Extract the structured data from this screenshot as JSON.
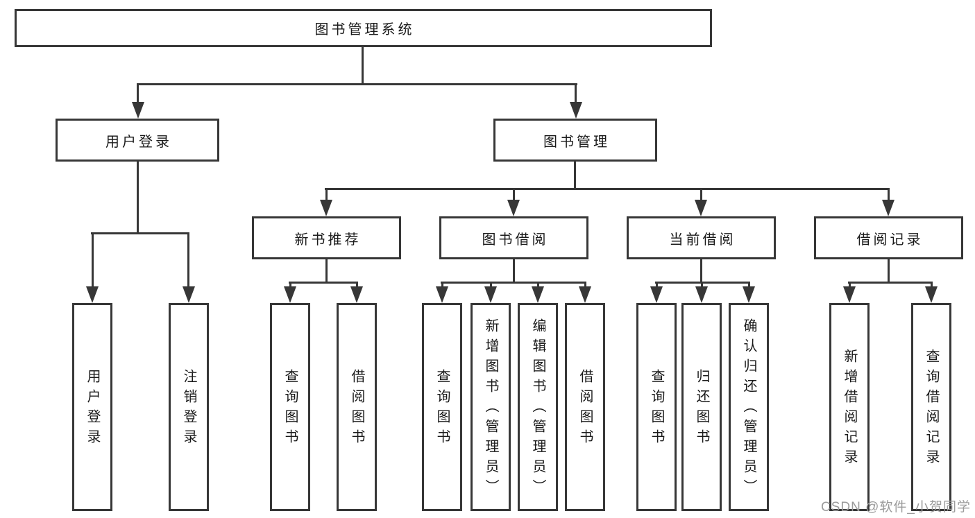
{
  "nodes": {
    "root": {
      "label": "图书管理系统"
    },
    "user_login": {
      "label": "用户登录"
    },
    "book_management": {
      "label": "图书管理"
    },
    "new_book_recommend": {
      "label": "新书推荐"
    },
    "book_borrowing": {
      "label": "图书借阅"
    },
    "current_borrowing": {
      "label": "当前借阅"
    },
    "borrowing_records": {
      "label": "借阅记录"
    },
    "login_user_login": {
      "label": "用户登录"
    },
    "login_logout": {
      "label": "注销登录"
    },
    "rec_query_books": {
      "label": "查询图书"
    },
    "rec_borrow_books": {
      "label": "借阅图书"
    },
    "borrow_query_books": {
      "label": "查询图书"
    },
    "borrow_add_books_admin": {
      "label": "新增图书（管理员）"
    },
    "borrow_edit_books_admin": {
      "label": "编辑图书（管理员）"
    },
    "borrow_borrow_books": {
      "label": "借阅图书"
    },
    "current_query_books": {
      "label": "查询图书"
    },
    "current_return_books": {
      "label": "归还图书"
    },
    "current_confirm_return_admin": {
      "label": "确认归还（管理员）"
    },
    "records_add_record": {
      "label": "新增借阅记录"
    },
    "records_query_record": {
      "label": "查询借阅记录"
    }
  },
  "watermark": {
    "text": "CSDN @软件_小贺同学"
  },
  "colors": {
    "line": "#373737",
    "text": "#1a1a1a",
    "watermark": "#9b9b9b",
    "background": "#ffffff"
  }
}
